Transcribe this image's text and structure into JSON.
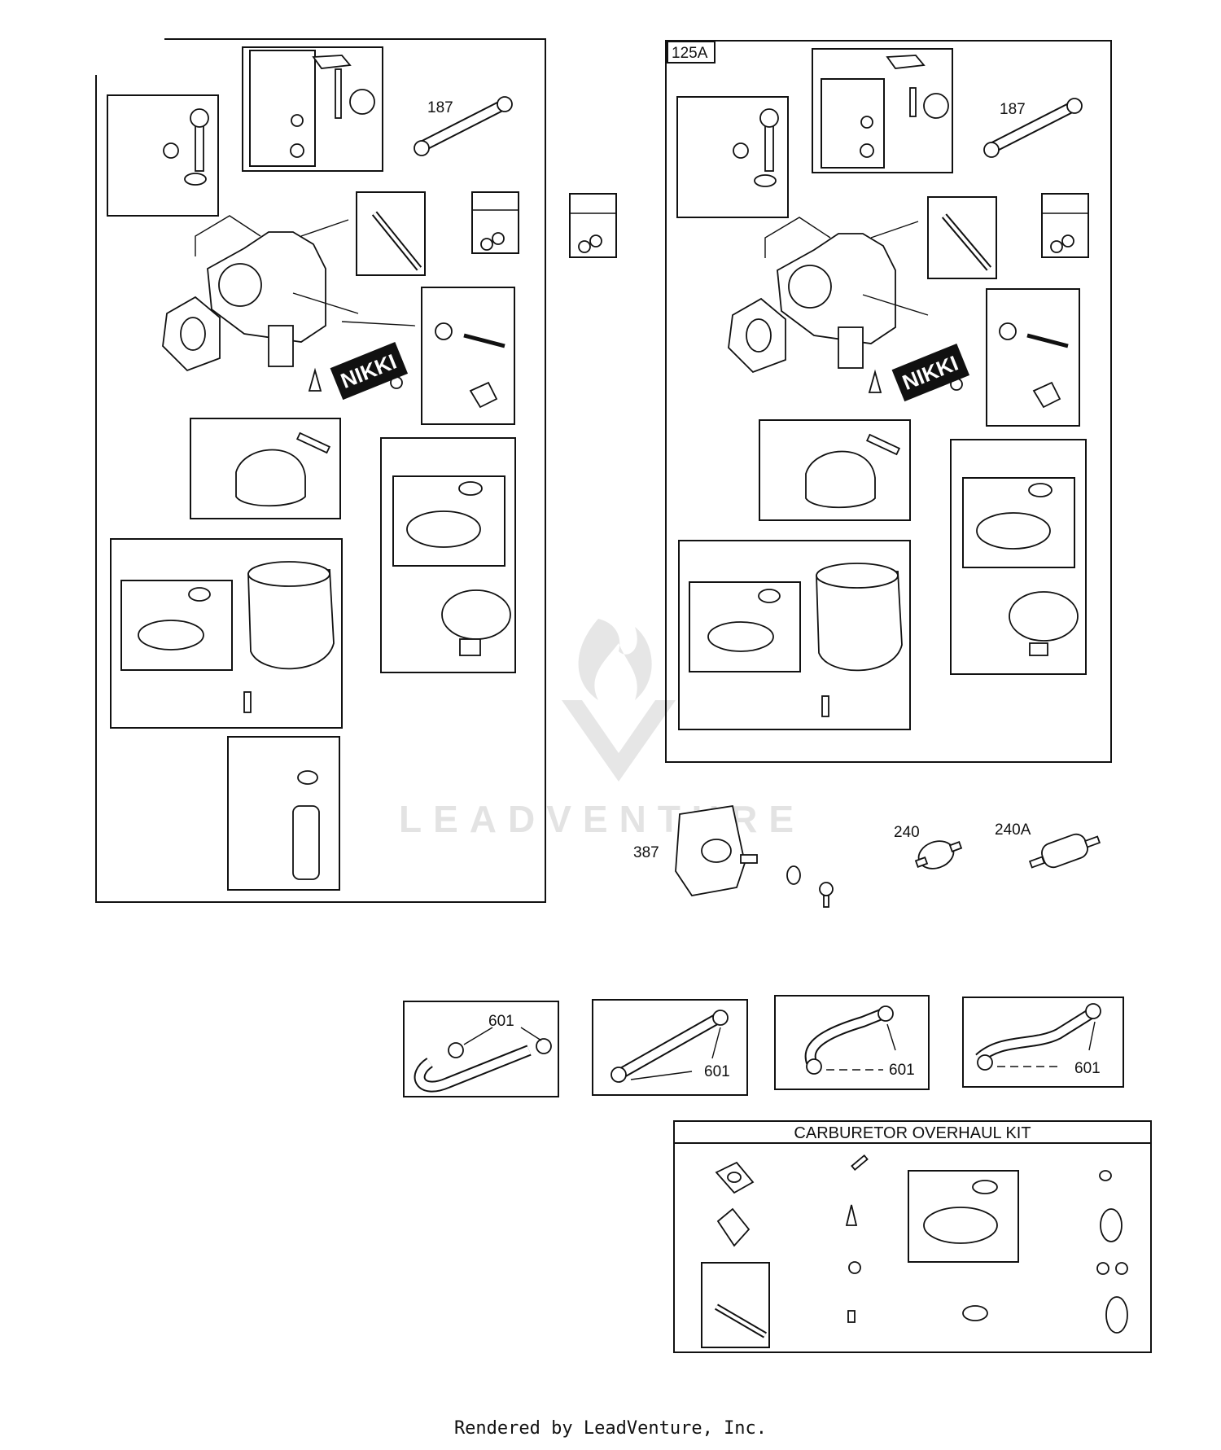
{
  "callouts": {
    "fuel_line_left": "187",
    "fuel_line_right": "187",
    "carb_variant": "125A",
    "fuel_pump": "387",
    "filter_a": "240",
    "filter_b": "240A",
    "clamp_1": "601",
    "clamp_2": "601",
    "clamp_3": "601",
    "clamp_4": "601"
  },
  "brand_decal": "NIKKI",
  "kit": {
    "title": "CARBURETOR OVERHAUL KIT"
  },
  "watermark": {
    "text": "LEADVENTURE"
  },
  "footer": {
    "text": "Rendered by LeadVenture, Inc."
  }
}
